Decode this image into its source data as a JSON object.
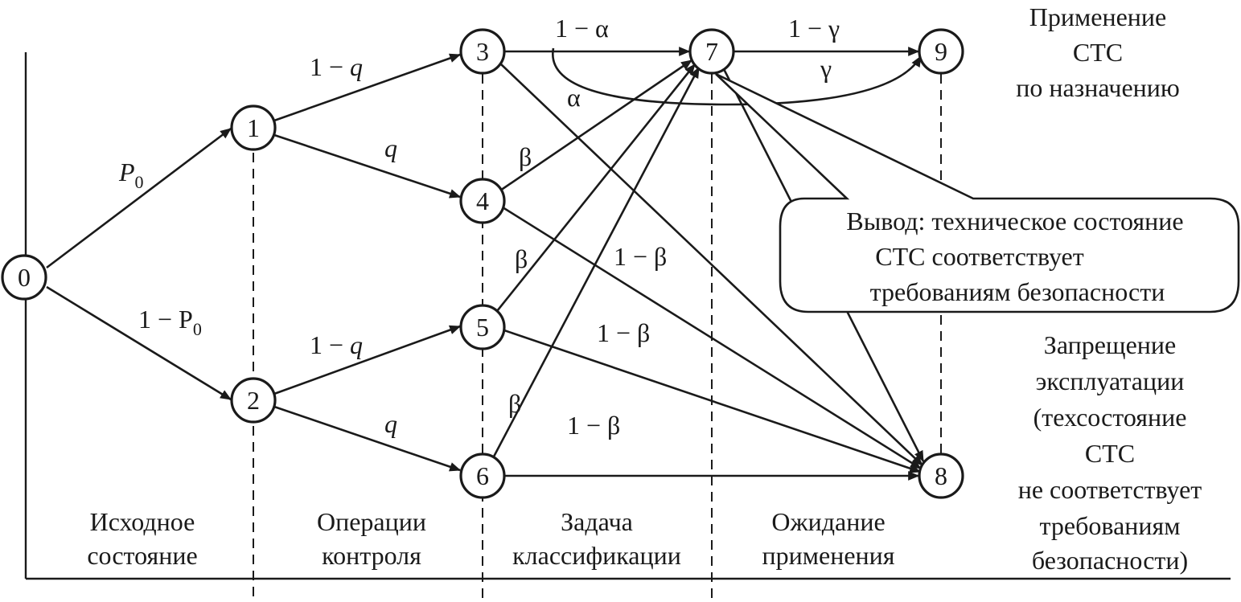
{
  "nodes": [
    {
      "id": "0",
      "label": "0"
    },
    {
      "id": "1",
      "label": "1"
    },
    {
      "id": "2",
      "label": "2"
    },
    {
      "id": "3",
      "label": "3"
    },
    {
      "id": "4",
      "label": "4"
    },
    {
      "id": "5",
      "label": "5"
    },
    {
      "id": "6",
      "label": "6"
    },
    {
      "id": "7",
      "label": "7"
    },
    {
      "id": "8",
      "label": "8"
    },
    {
      "id": "9",
      "label": "9"
    }
  ],
  "edge_labels": {
    "p0_main": "P",
    "p0_sub": "0",
    "one_minus_p0_main": "1 − P",
    "one_minus_p0_sub": "0",
    "q_1_3_prefix": "1 − ",
    "q_1_3_var": "q",
    "q_1_4": "q",
    "q_2_5_prefix": "1 − ",
    "q_2_5_var": "q",
    "q_2_6": "q",
    "one_minus_alpha": "1 − α",
    "alpha": "α",
    "beta_4": "β",
    "beta_5": "β",
    "beta_6": "β",
    "one_minus_beta_4": "1 − β",
    "one_minus_beta_5": "1 − β",
    "one_minus_beta_6": "1 − β",
    "one_minus_gamma": "1 − γ",
    "gamma": "γ"
  },
  "stages": [
    {
      "line1": "Исходное",
      "line2": "состояние"
    },
    {
      "line1": "Операции",
      "line2": "контроля"
    },
    {
      "line1": "Задача",
      "line2": "классификации"
    },
    {
      "line1": "Ожидание",
      "line2": "применения"
    }
  ],
  "outcome_apply": [
    "Применение",
    "СТС",
    "по назначению"
  ],
  "outcome_forbid": [
    "Запрещение",
    "эксплуатации",
    "(техсостояние",
    "СТС",
    "не соответствует",
    "требованиям",
    "безопасности)"
  ],
  "callout": [
    "Вывод: техническое состояние",
    "СТС соответствует",
    "требованиям безопасности"
  ]
}
